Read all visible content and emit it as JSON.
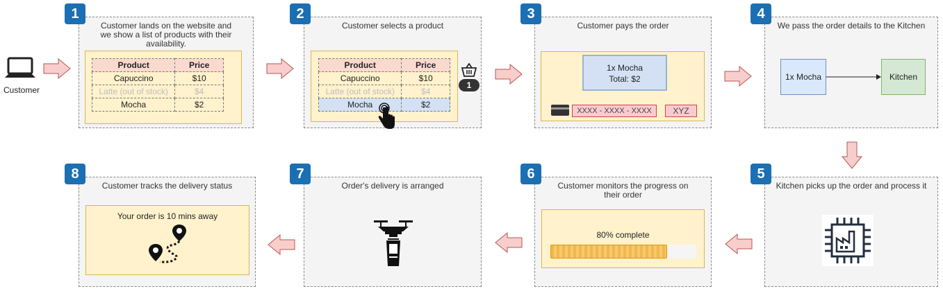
{
  "actor": {
    "label": "Customer",
    "icon": "laptop-icon"
  },
  "colors": {
    "badge": "#1b6fb3",
    "arrow_fill": "#f8cecc",
    "arrow_stroke": "#b85450",
    "cream": "#fff2cc",
    "selected_row": "#d4e1f5",
    "progress": "#f2b84b"
  },
  "steps": [
    {
      "number": "1",
      "title": "Customer lands on the website and we show a list of products with their availability."
    },
    {
      "number": "2",
      "title": "Customer selects a product"
    },
    {
      "number": "3",
      "title": "Customer pays the order"
    },
    {
      "number": "4",
      "title": "We pass the order details to the Kitchen"
    },
    {
      "number": "5",
      "title": "Kitchen picks up the order and process it"
    },
    {
      "number": "6",
      "title": "Customer monitors the progress on their order"
    },
    {
      "number": "7",
      "title": "Order's delivery is arranged"
    },
    {
      "number": "8",
      "title": "Customer tracks the delivery status"
    }
  ],
  "product_table": {
    "headers": [
      "Product",
      "Price"
    ],
    "rows": [
      {
        "product": "Capuccino",
        "price": "$10",
        "available": true
      },
      {
        "product": "Latte (out of stock)",
        "price": "$4",
        "available": false
      },
      {
        "product": "Mocha",
        "price": "$2",
        "available": true
      }
    ]
  },
  "cart": {
    "count": "1",
    "icon": "basket-icon"
  },
  "payment": {
    "order_line": "1x Mocha",
    "total": "Total: $2",
    "card_number": "XXXX - XXXX - XXXX",
    "cvv": "XYZ"
  },
  "kitchen_flow": {
    "order": "1x Mocha",
    "target": "Kitchen"
  },
  "progress": {
    "label": "80% complete",
    "value": 0.8
  },
  "delivery": {
    "status": "Your order is 10 mins away"
  }
}
